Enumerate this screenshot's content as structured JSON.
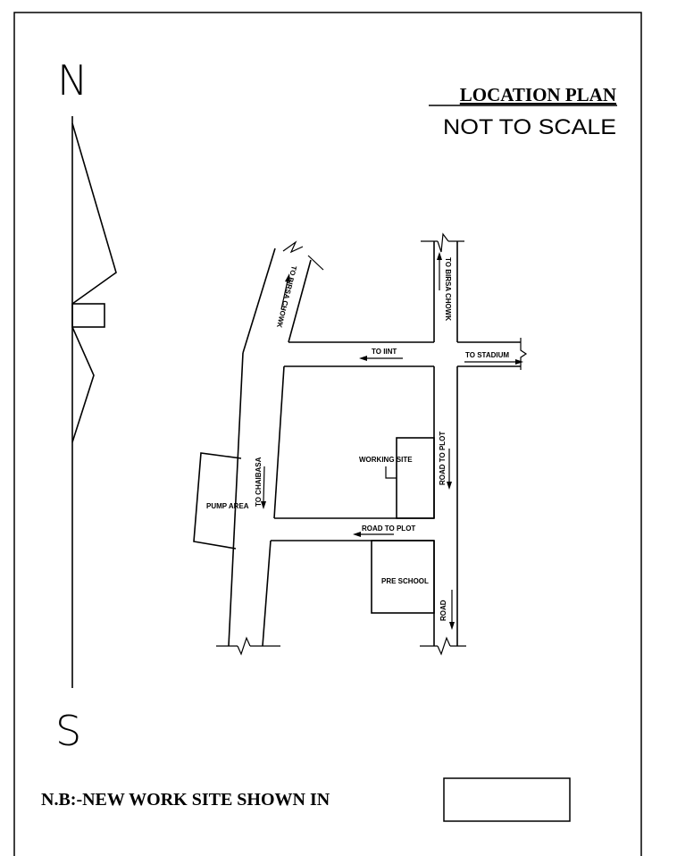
{
  "title": "LOCATION PLAN",
  "subtitle": "NOT TO SCALE",
  "compass": {
    "north": "N",
    "south": "S"
  },
  "labels": {
    "to_birsa_chowk_left": "TO BIRSA CHOWK",
    "to_birsa_chowk_right": "TO BIRSA CHOWK",
    "to_iint": "TO IINT",
    "to_stadium": "TO STADIUM",
    "to_chaibasa": "TO CHAIBASA",
    "working_site": "WORKING SITE",
    "road_to_plot_vertical": "ROAD TO PLOT",
    "pump_area": "PUMP AREA",
    "road_to_plot_horizontal": "ROAD TO PLOT",
    "pre_school": "PRE SCHOOL",
    "road": "ROAD"
  },
  "note": "N.B:-NEW WORK SITE SHOWN IN",
  "colors": {
    "line": "#000000",
    "background": "#ffffff"
  }
}
